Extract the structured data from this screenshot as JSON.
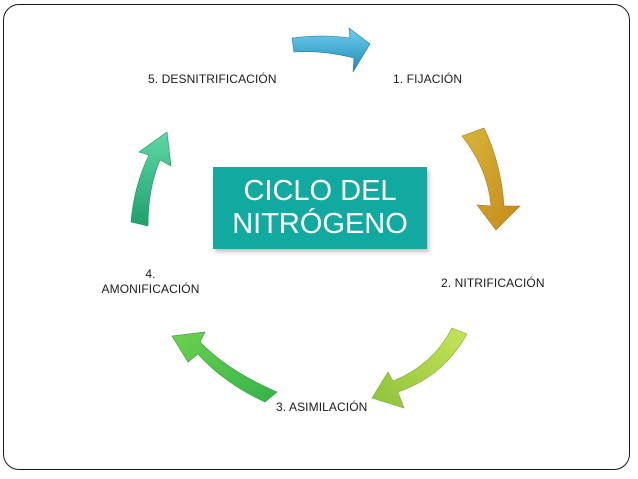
{
  "title_lines": [
    "CICLO DEL",
    "NITRÓGENO"
  ],
  "stages": [
    {
      "id": 1,
      "label": "1. FIJACIÓN",
      "arrow_color": "#2f9fc8"
    },
    {
      "id": 2,
      "label": "2. NITRIFICACIÓN",
      "arrow_color": "#d4a42a"
    },
    {
      "id": 3,
      "label": "3. ASIMILACIÓN",
      "arrow_color": "#9ccc3a"
    },
    {
      "id": 4,
      "label_lines": [
        "4.",
        "AMONIFICACIÓN"
      ],
      "arrow_color": "#4fc24a"
    },
    {
      "id": 5,
      "label": "5. DESNITRIFICACIÓN",
      "arrow_color": "#26b58a"
    }
  ],
  "colors": {
    "center_box": "#12aaa0",
    "center_text": "#ffffff",
    "label_text": "#1a1a1a",
    "frame": "#1a1a1a"
  }
}
